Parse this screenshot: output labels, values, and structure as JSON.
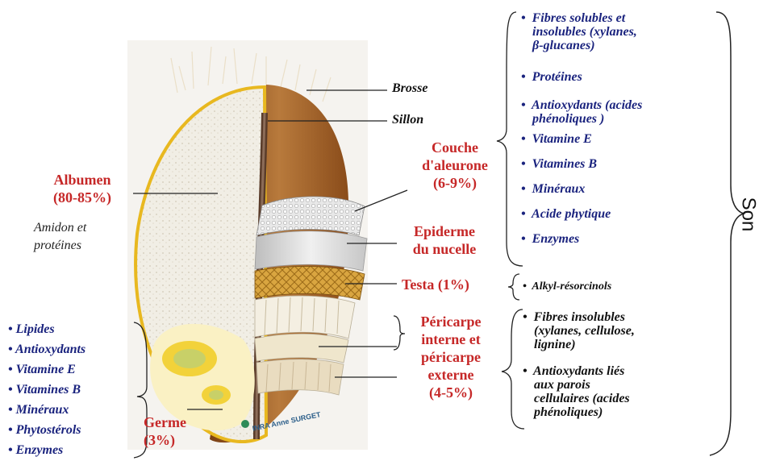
{
  "labels": {
    "brosse": "Brosse",
    "sillon": "Sillon",
    "couche": [
      "Couche",
      "d'aleurone",
      "(6-9%)"
    ],
    "albumen": [
      "Albumen",
      "(80-85%)"
    ],
    "amidon": [
      "Amidon et",
      "protéines"
    ],
    "epiderme": [
      "Epiderme",
      "du nucelle"
    ],
    "testa": "Testa (1%)",
    "pericarpe": [
      "Péricarpe",
      "interne et",
      "péricarpe",
      "externe",
      "(4-5%)"
    ],
    "germe": [
      "Germe",
      "(3%)"
    ],
    "son": "Son",
    "watermark": "INRA Anne SURGET"
  },
  "son_list": [
    "Fibres solubles et",
    "insolubles (xylanes,",
    "β-glucanes)",
    "Protéines",
    "Antioxydants (acides",
    "phénoliques )",
    "Vitamine E",
    "Vitamines B",
    "Minéraux",
    "Acide phytique",
    "Enzymes"
  ],
  "son_bullets": [
    true,
    false,
    false,
    true,
    true,
    false,
    true,
    true,
    true,
    true,
    true
  ],
  "testa_list": [
    "Alkyl-résorcinols"
  ],
  "pericarpe_list": [
    "Fibres insolubles",
    "(xylanes, cellulose,",
    "lignine)",
    "Antioxydants liés",
    "aux parois",
    "cellulaires (acides",
    "phénoliques)"
  ],
  "pericarpe_bullets": [
    true,
    false,
    false,
    true,
    false,
    false,
    false
  ],
  "germe_list": [
    "Lipides",
    "Antioxydants",
    "Vitamine E",
    "Vitamines B",
    "Minéraux",
    "Phytostérols",
    "Enzymes"
  ],
  "colors": {
    "red_labels": "#c62828",
    "blue_list": "#1a237e",
    "husk_outline": "#e8b820",
    "endosperm": "#f2efe6",
    "bran_brown": "#9a5a24"
  }
}
